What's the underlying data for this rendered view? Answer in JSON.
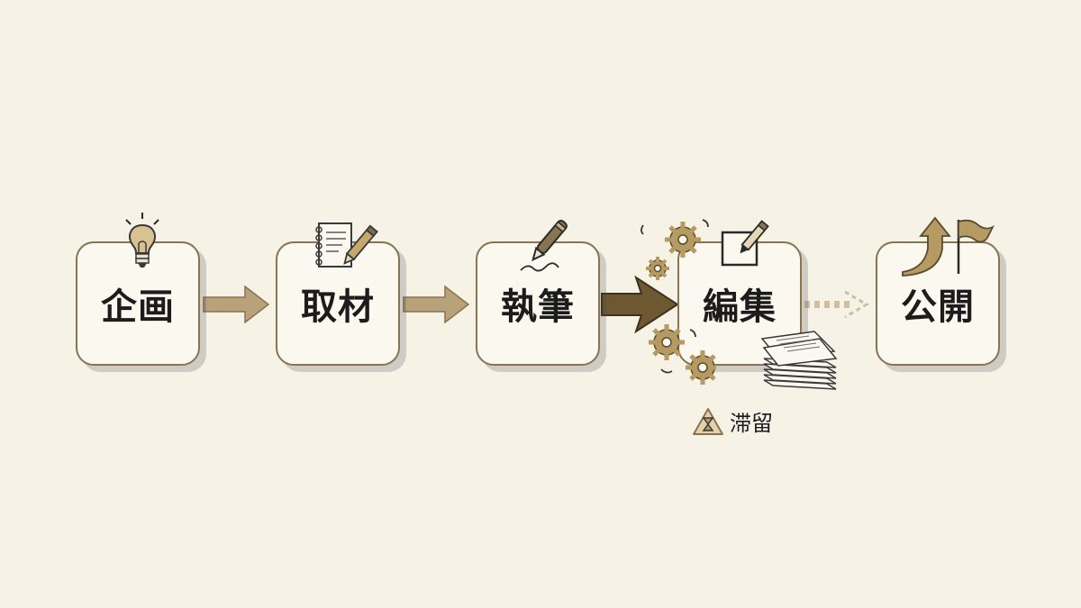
{
  "steps": [
    {
      "label": "企画",
      "icon": "lightbulb-icon"
    },
    {
      "label": "取材",
      "icon": "notebook-pencil-icon"
    },
    {
      "label": "執筆",
      "icon": "pen-writing-icon"
    },
    {
      "label": "編集",
      "icon": "edit-checkbox-icon"
    },
    {
      "label": "公開",
      "icon": "arrow-flag-icon"
    }
  ],
  "bottleneck": {
    "label": "滞留",
    "icon": "warning-hourglass-icon",
    "step": "編集"
  },
  "colors": {
    "background": "#f6f2e6",
    "card": "#fbf8ef",
    "accent": "#8a7350",
    "accent_light": "#c5b48a",
    "text": "#1c1c1c"
  }
}
